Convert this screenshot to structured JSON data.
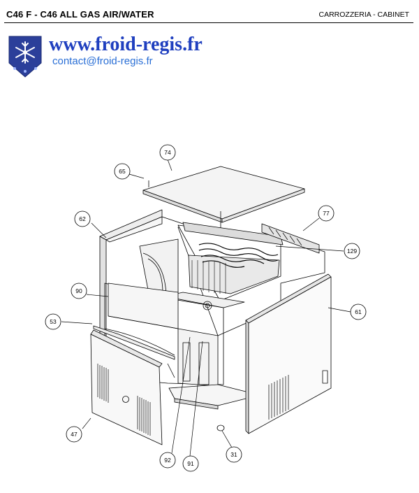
{
  "header": {
    "title": "C46 F - C46 ALL GAS  AIR/WATER",
    "section": "CARROZZERIA - CABINET"
  },
  "brand": {
    "website": "www.froid-regis.fr",
    "email": "contact@froid-regis.fr",
    "logo_icon": "snowflake-logo-icon",
    "colors": {
      "website": "#1f3fbf",
      "email": "#2a6fd6",
      "logo": "#2b3f9a"
    }
  },
  "callouts": {
    "c74": "74",
    "c65": "65",
    "c77": "77",
    "c62": "62",
    "c129": "129",
    "c90": "90",
    "c61": "61",
    "c53": "53",
    "c47": "47",
    "c92": "92",
    "c91": "91",
    "c31": "31"
  }
}
